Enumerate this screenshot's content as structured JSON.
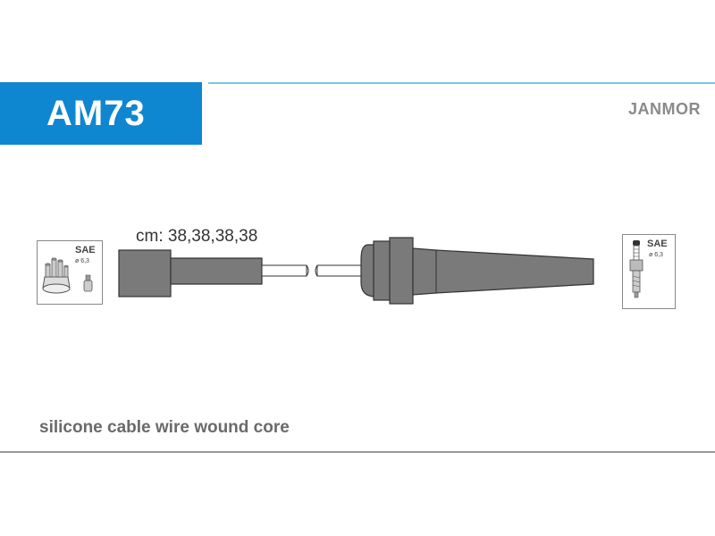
{
  "header": {
    "part_code": "AM73",
    "brand": "JANMOR",
    "accent_color": "#0f86d0"
  },
  "cable": {
    "length_label": "cm: 38,38,38,38",
    "left_connector": {
      "icon": "distributor-cap-icon",
      "standard": "SAE",
      "diameter": "ø 6,3"
    },
    "right_connector": {
      "icon": "spark-plug-icon",
      "standard": "SAE",
      "diameter": "ø 6,3"
    }
  },
  "footer": {
    "note": "silicone cable wire wound core"
  }
}
